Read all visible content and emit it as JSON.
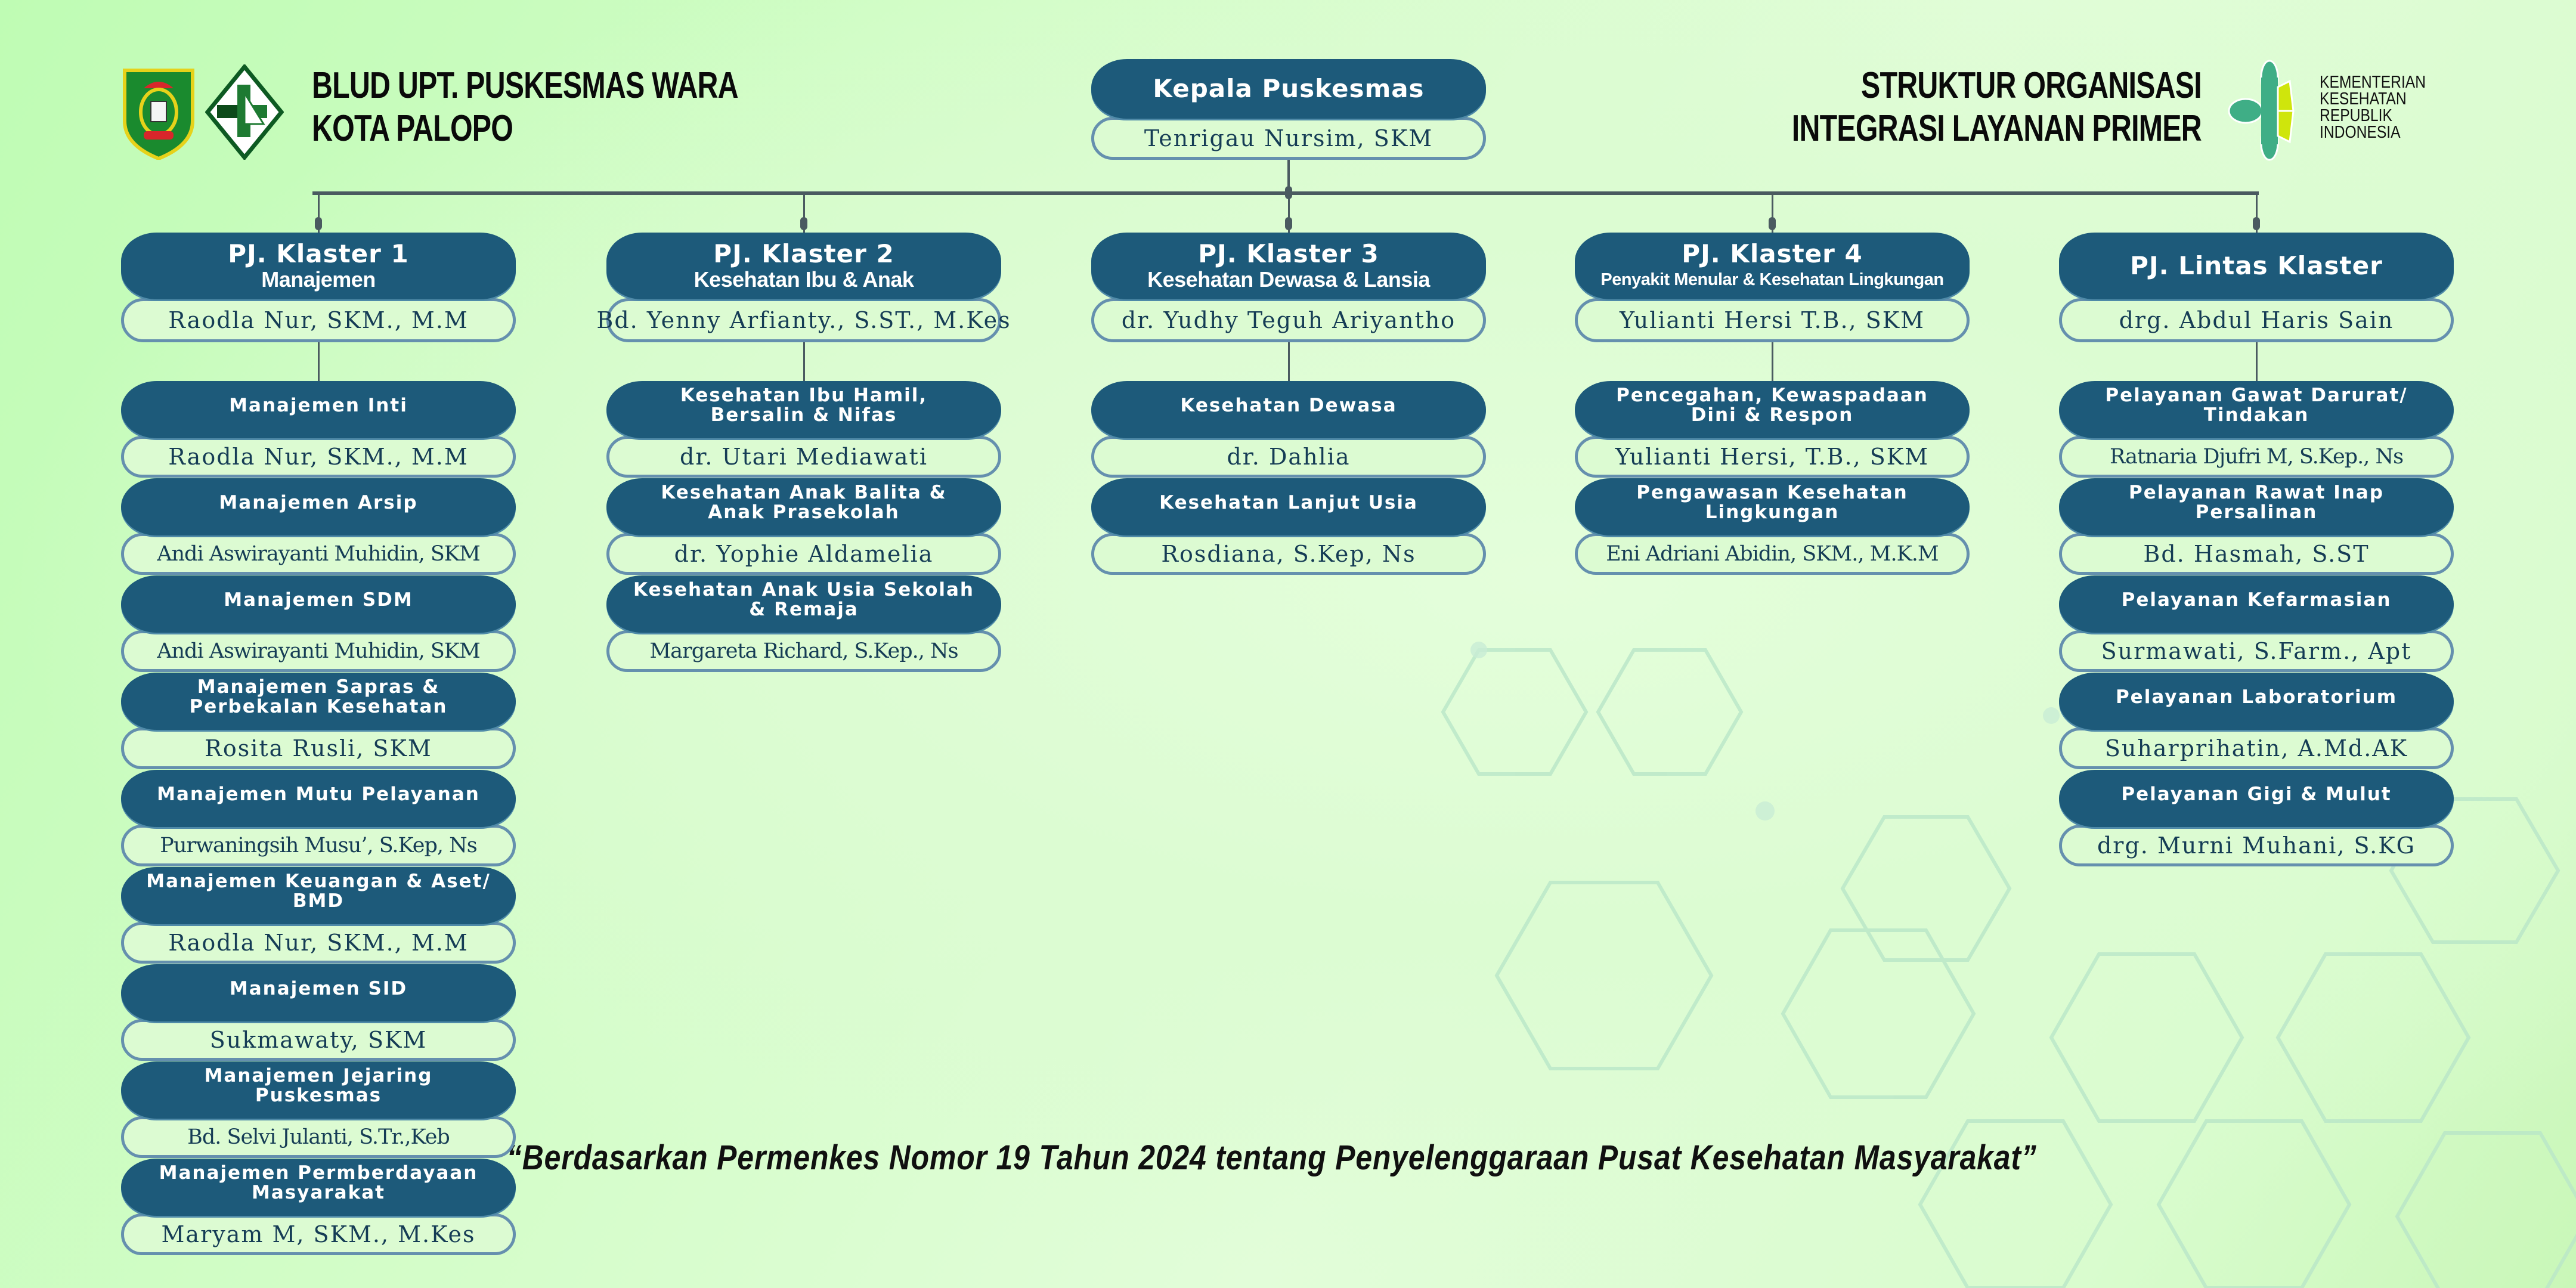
{
  "header": {
    "org_line1": "BLUD UPT. PUSKESMAS WARA",
    "org_line2": "KOTA PALOPO",
    "title_line1": "STRUKTUR ORGANISASI",
    "title_line2": "INTEGRASI LAYANAN PRIMER",
    "logos": {
      "city_emblem": "kota-palopo-emblem",
      "puskesmas_logo": "puskesmas-logo",
      "kemenkes_logo": "kemenkes-logo",
      "kemenkes_text": [
        "KEMENTERIAN",
        "KESEHATAN",
        "REPUBLIK",
        "INDONESIA"
      ]
    }
  },
  "head": {
    "title": "Kepala Puskesmas",
    "name": "Tenrigau Nursim, SKM"
  },
  "columns": [
    {
      "title": "PJ. Klaster 1",
      "subtitle": "Manajemen",
      "name": "Raodla Nur, SKM., M.M",
      "items": [
        {
          "title": "Manajemen Inti",
          "name": "Raodla Nur, SKM., M.M"
        },
        {
          "title": "Manajemen Arsip",
          "name": "Andi Aswirayanti Muhidin, SKM"
        },
        {
          "title": "Manajemen SDM",
          "name": "Andi Aswirayanti Muhidin, SKM"
        },
        {
          "title": "Manajemen Sapras & Perbekalan Kesehatan",
          "name": "Rosita Rusli, SKM"
        },
        {
          "title": "Manajemen Mutu Pelayanan",
          "name": "Purwaningsih Musu’, S.Kep, Ns"
        },
        {
          "title": "Manajemen Keuangan & Aset/ BMD",
          "name": "Raodla Nur, SKM., M.M"
        },
        {
          "title": "Manajemen SID",
          "name": "Sukmawaty, SKM"
        },
        {
          "title": "Manajemen Jejaring Puskesmas",
          "name": "Bd. Selvi Julanti, S.Tr.,Keb"
        },
        {
          "title": "Manajemen Permberdayaan Masyarakat",
          "name": "Maryam M, SKM., M.Kes"
        }
      ]
    },
    {
      "title": "PJ. Klaster 2",
      "subtitle": "Kesehatan Ibu & Anak",
      "name": "Bd. Yenny Arfianty., S.ST., M.Kes",
      "items": [
        {
          "title": "Kesehatan Ibu Hamil, Bersalin & Nifas",
          "name": "dr. Utari Mediawati"
        },
        {
          "title": "Kesehatan Anak Balita & Anak Prasekolah",
          "name": "dr. Yophie Aldamelia"
        },
        {
          "title": "Kesehatan Anak Usia Sekolah & Remaja",
          "name": "Margareta Richard, S.Kep., Ns"
        }
      ]
    },
    {
      "title": "PJ. Klaster 3",
      "subtitle": "Kesehatan Dewasa & Lansia",
      "name": "dr. Yudhy Teguh Ariyantho",
      "items": [
        {
          "title": "Kesehatan Dewasa",
          "name": "dr. Dahlia"
        },
        {
          "title": "Kesehatan Lanjut Usia",
          "name": "Rosdiana, S.Kep, Ns"
        }
      ]
    },
    {
      "title": "PJ. Klaster 4",
      "subtitle": "Penyakit Menular & Kesehatan Lingkungan",
      "name": "Yulianti Hersi T.B., SKM",
      "items": [
        {
          "title": "Pencegahan, Kewaspadaan Dini & Respon",
          "name": "Yulianti Hersi, T.B., SKM"
        },
        {
          "title": "Pengawasan Kesehatan Lingkungan",
          "name": "Eni Adriani Abidin, SKM., M.K.M"
        }
      ]
    },
    {
      "title": "PJ. Lintas Klaster",
      "subtitle": "",
      "name": "drg. Abdul Haris Sain",
      "items": [
        {
          "title": "Pelayanan Gawat Darurat/ Tindakan",
          "name": "Ratnaria Djufri M, S.Kep., Ns"
        },
        {
          "title": "Pelayanan Rawat Inap Persalinan",
          "name": "Bd. Hasmah, S.ST"
        },
        {
          "title": "Pelayanan Kefarmasian",
          "name": "Surmawati, S.Farm., Apt"
        },
        {
          "title": "Pelayanan Laboratorium",
          "name": "Suharprihatin, A.Md.AK"
        },
        {
          "title": "Pelayanan Gigi & Mulut",
          "name": "drg. Murni Muhani, S.KG"
        }
      ]
    }
  ],
  "footer": {
    "quote": "“Berdasarkan Permenkes Nomor 19 Tahun 2024 tentang Penyelenggaraan  Pusat Kesehatan Masyarakat”"
  },
  "colors": {
    "box_dark": "#1d5a7a",
    "box_light": "#dcfbd2",
    "box_border": "#6590ae",
    "connector": "#4a5a60"
  }
}
